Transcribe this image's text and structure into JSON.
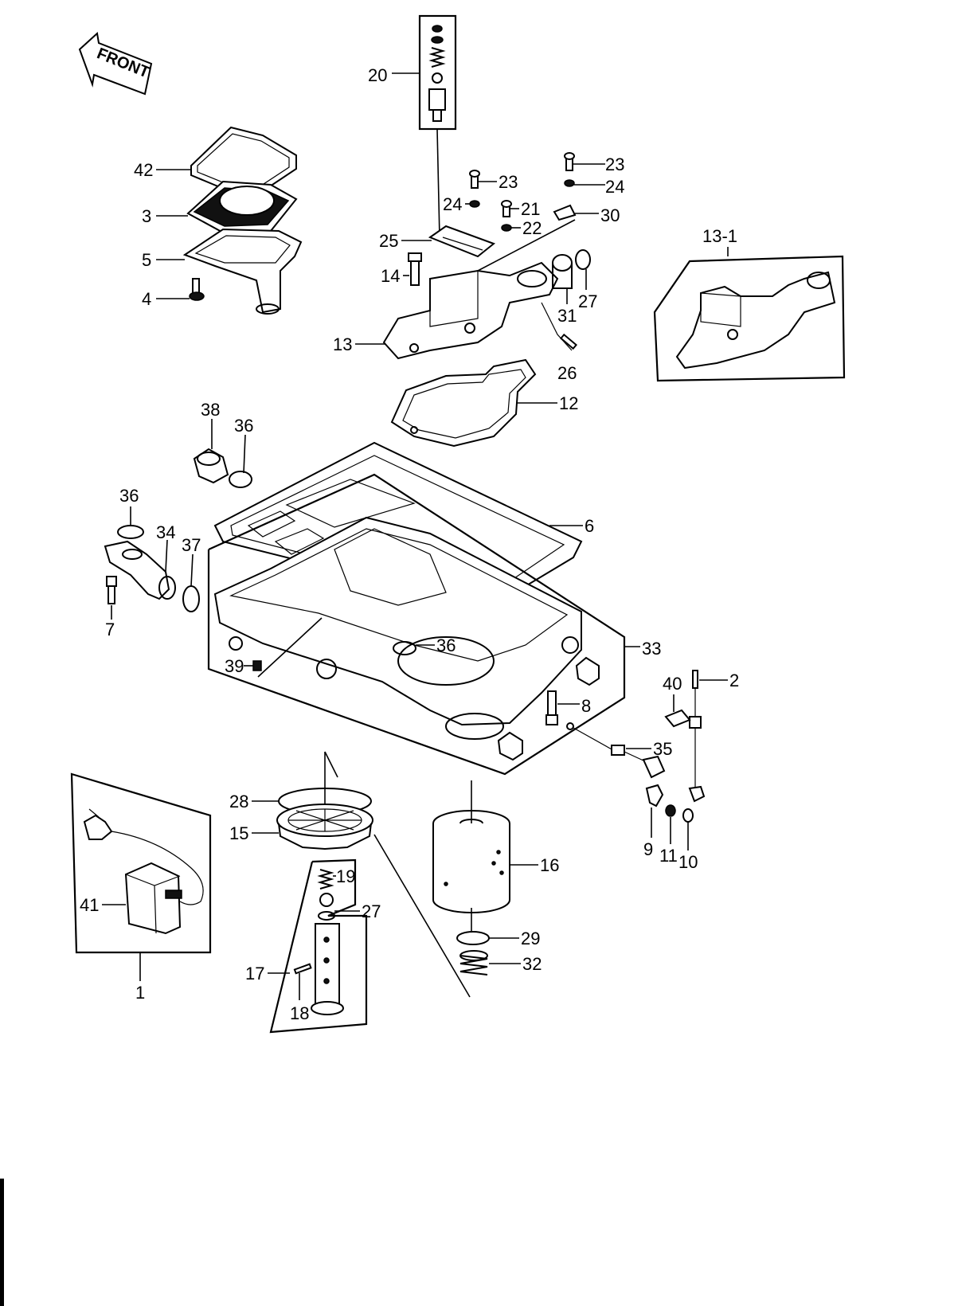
{
  "direction_badge": {
    "text": "FRONT"
  },
  "labels": {
    "p1": "1",
    "p2": "2",
    "p3": "3",
    "p4": "4",
    "p5": "5",
    "p6": "6",
    "p7": "7",
    "p8": "8",
    "p9": "9",
    "p10": "10",
    "p11": "11",
    "p12": "12",
    "p13": "13",
    "p13_1": "13-1",
    "p14": "14",
    "p15": "15",
    "p16": "16",
    "p17": "17",
    "p18": "18",
    "p19": "19",
    "p20": "20",
    "p21": "21",
    "p22": "22",
    "p23a": "23",
    "p23b": "23",
    "p24a": "24",
    "p24b": "24",
    "p25": "25",
    "p26": "26",
    "p27a": "27",
    "p27b": "27",
    "p28": "28",
    "p29": "29",
    "p30": "30",
    "p31": "31",
    "p32": "32",
    "p33": "33",
    "p34": "34",
    "p35": "35",
    "p36a": "36",
    "p36b": "36",
    "p36c": "36",
    "p37": "37",
    "p38": "38",
    "p39": "39",
    "p40": "40",
    "p41": "41",
    "p42": "42"
  }
}
